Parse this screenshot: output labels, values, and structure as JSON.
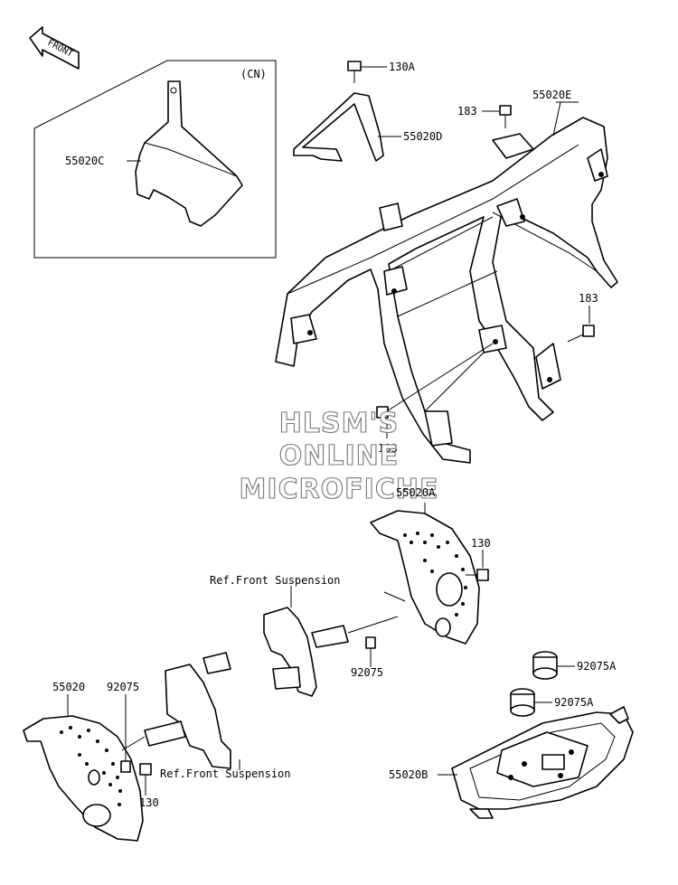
{
  "front_label": "FRONT",
  "region_label": "(CN)",
  "watermark": [
    "HLSM'S",
    "ONLINE",
    "MICROFICHE"
  ],
  "parts": {
    "p_55020C": "55020C",
    "p_130A": "130A",
    "p_55020D": "55020D",
    "p_183_top": "183",
    "p_55020E": "55020E",
    "p_183_right": "183",
    "p_183_mid": "183",
    "p_55020A": "55020A",
    "p_130_right": "130",
    "p_92075_mid": "92075",
    "p_55020": "55020",
    "p_92075_left": "92075",
    "p_130_left": "130",
    "p_92075A_1": "92075A",
    "p_92075A_2": "92075A",
    "p_55020B": "55020B"
  },
  "refs": {
    "ref_upper": "Ref.Front Suspension",
    "ref_lower": "Ref.Front Suspension"
  },
  "colors": {
    "line": "#000000",
    "watermark_outline": "#777777",
    "background": "#ffffff"
  }
}
